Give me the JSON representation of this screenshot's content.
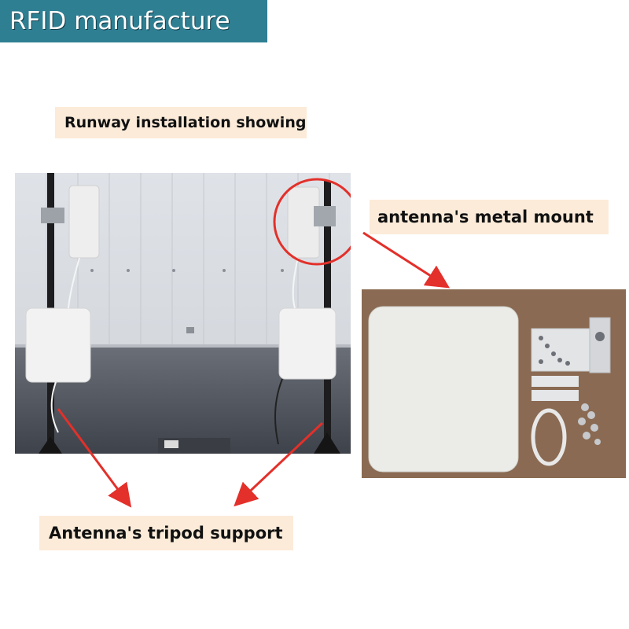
{
  "banner": {
    "title": "RFID manufacture",
    "color": "#2f7f93"
  },
  "callouts": {
    "installation": "Runway installation showing",
    "metal_mount": "antenna's metal mount",
    "tripod": "Antenna's tripod support"
  },
  "colors": {
    "callout_bg": "#fcebd9",
    "arrow": "#e3302a",
    "highlight_circle": "#e3302a"
  }
}
